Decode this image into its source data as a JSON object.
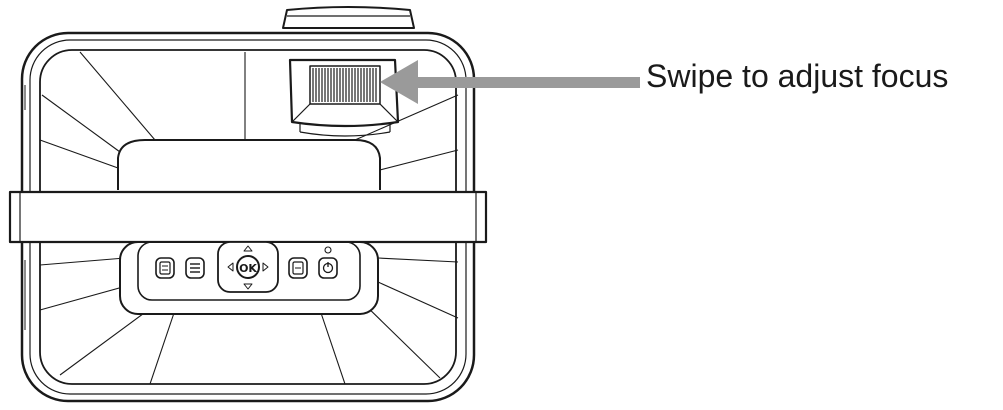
{
  "callout": {
    "text": "Swipe to adjust focus"
  },
  "control_panel": {
    "ok_label": "OK",
    "buttons": [
      "input-button",
      "menu-button",
      "ok-dpad",
      "back-button",
      "power-button"
    ]
  },
  "colors": {
    "outline": "#1a1a1a",
    "arrow": "#9a9a9a",
    "background": "#ffffff"
  }
}
